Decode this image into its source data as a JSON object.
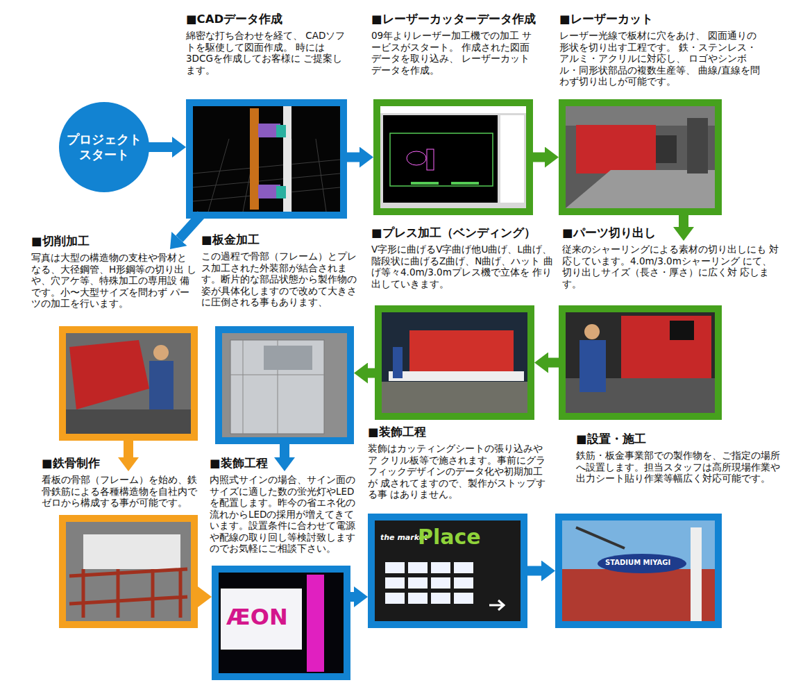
{
  "diagram": {
    "nodes": [
      {
        "text": [
          "プロジェクト スタート"
        ]
      },
      {
        "text": [
          "■CADデータ作成",
          "綿密な打ち合わせを経て、 CADソフトを駆使して図面作成。 時には3DCGを作成してお客様に ご提案します。"
        ]
      },
      {
        "text": [
          "■レーザーカッターデータ作成",
          "09年よりレーザー加工機での加工 サービスがスタート。 作成された図面データを取り込み、 レーザーカットデータを作成。"
        ]
      },
      {
        "text": [
          "■レーザーカット",
          "レーザー光線で板材に穴をあけ、 図面通りの形状を切り出す工程です。 鉄・ステンレス・アルミ・アクリルに対応し、 ロゴやシンボル・同形状部品の複数生産等、 曲線/直線を問わず切り出しが可能です。"
        ]
      },
      {
        "text": [
          "■パーツ切り出し",
          "従来のシャーリングによる素材の切り出しにも 対応しています。4.0m/3.0mシャーリング にて、切り出しサイズ（長さ・厚さ）に広く対 応します。"
        ]
      },
      {
        "text": [
          "■プレス加工（ベンディング）",
          "V字形に曲げるV字曲げ他U曲げ、L曲げ、 階段状に曲げるZ曲げ、N曲げ、ハット 曲げ等々4.0m/3.0mプレス機で立体を 作り出していきます。"
        ]
      },
      {
        "text": [
          "■板金加工",
          "この過程で骨部（フレーム）とプレ ス加工された外装部が結合されま す。断片的な部品状態から製作物の 姿が具体化しますので改めて大きさ に圧倒される事もあります、"
        ]
      },
      {
        "text": [
          "■切削加工",
          "写真は大型の構造物の支柱や骨材と なる、大径鋼管、H形鋼等の切り出 しや、穴アケ等、特殊加工の専用設 備です。小〜大型サイズを問わず パーツの加工を行います。"
        ]
      },
      {
        "text": [
          "■鉄骨制作",
          "看板の骨部（フレーム）を始め、鉄 骨鉄筋による各種構造物を自社内で ゼロから構成する事が可能です。"
        ]
      },
      {
        "text": [
          "■装飾工程",
          "内照式サインの場合、サイン面の サイズに適した数の蛍光灯やLED を配置します。昨今の省エネ化の 流れからLEDの採用が増えてきて います。設置条件に合わせて電源 や配線の取り回し等検討致します のでお気軽にご相談下さい。"
        ]
      },
      {
        "text": [
          "■装飾工程",
          "装飾はカッティングシートの張り込みやア クリル板等で施されます。事前にグラ フィックデザインのデータ化や初期加工が 成されてますので、製作がストップする事 はありません。"
        ]
      },
      {
        "text": [
          "■設置・施工",
          "鉄筋・板金事業部での製作物を、ご指定の場所 へ設置します。担当スタッフは高所現場作業や 出力シート貼り作業等幅広く対応可能です。"
        ]
      }
    ],
    "edges": [
      {
        "from": 0,
        "to": 1,
        "arrow": "to"
      },
      {
        "from": 1,
        "to": 2,
        "arrow": "to"
      },
      {
        "from": 2,
        "to": 3,
        "arrow": "to"
      },
      {
        "from": 3,
        "to": 4,
        "arrow": "to"
      },
      {
        "from": 4,
        "to": 5,
        "arrow": "to"
      },
      {
        "from": 5,
        "to": 6,
        "arrow": "to"
      },
      {
        "from": 1,
        "to": 7,
        "arrow": "to"
      },
      {
        "from": 7,
        "to": 8,
        "arrow": "to"
      },
      {
        "from": 8,
        "to": 9,
        "arrow": "to"
      },
      {
        "from": 6,
        "to": 9,
        "arrow": "to"
      },
      {
        "from": 9,
        "to": 10,
        "arrow": "to"
      },
      {
        "from": 10,
        "to": 11,
        "arrow": "to"
      }
    ],
    "labels": [
      "the market",
      "Place",
      "ÆON",
      "STADIUM MIYAGI"
    ]
  }
}
